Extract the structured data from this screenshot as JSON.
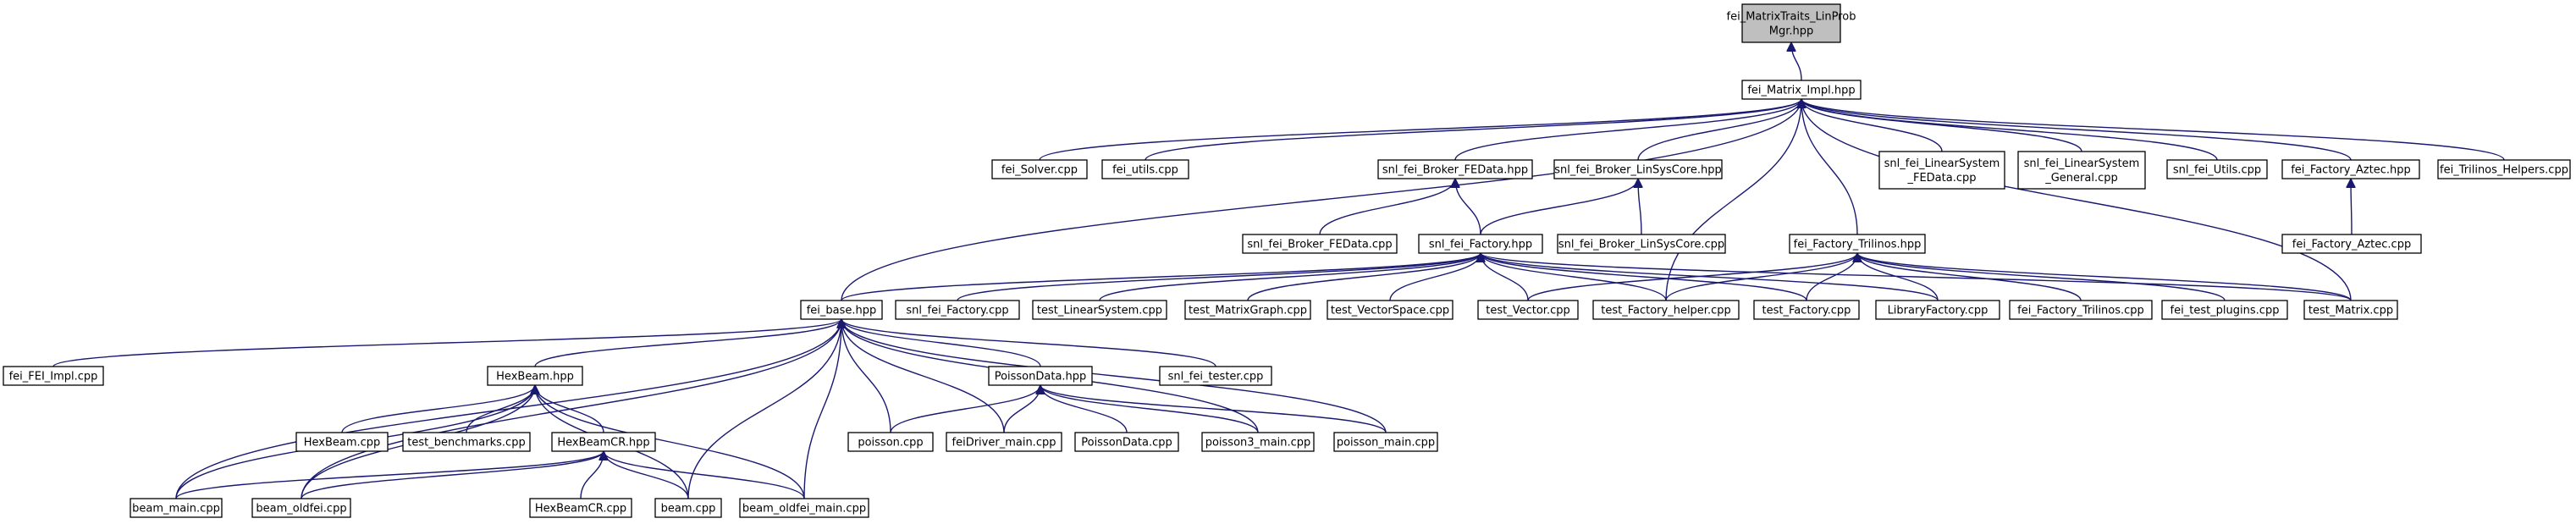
{
  "diagram": {
    "type": "include-dependency-graph",
    "colors": {
      "edge": "#191970",
      "node_fill": "#ffffff",
      "root_fill": "#bfbfbf",
      "node_border": "#000000"
    },
    "nodes": [
      {
        "id": "root",
        "lines": [
          "fei_MatrixTraits_LinProb",
          "Mgr.hpp"
        ],
        "root": true
      },
      {
        "id": "matrix_impl",
        "lines": [
          "fei_Matrix_Impl.hpp"
        ]
      },
      {
        "id": "solver",
        "lines": [
          "fei_Solver.cpp"
        ]
      },
      {
        "id": "utils",
        "lines": [
          "fei_utils.cpp"
        ]
      },
      {
        "id": "broker_fedata",
        "lines": [
          "snl_fei_Broker_FEData.hpp"
        ]
      },
      {
        "id": "broker_linsys",
        "lines": [
          "snl_fei_Broker_LinSysCore.hpp"
        ]
      },
      {
        "id": "ls_fedata",
        "lines": [
          "snl_fei_LinearSystem",
          "_FEData.cpp"
        ]
      },
      {
        "id": "ls_general",
        "lines": [
          "snl_fei_LinearSystem",
          "_General.cpp"
        ]
      },
      {
        "id": "snl_utils",
        "lines": [
          "snl_fei_Utils.cpp"
        ]
      },
      {
        "id": "factory_aztec",
        "lines": [
          "fei_Factory_Aztec.hpp"
        ]
      },
      {
        "id": "trilinos_helpers",
        "lines": [
          "fei_Trilinos_Helpers.cpp"
        ]
      },
      {
        "id": "broker_fedata_cpp",
        "lines": [
          "snl_fei_Broker_FEData.cpp"
        ]
      },
      {
        "id": "snl_factory",
        "lines": [
          "snl_fei_Factory.hpp"
        ]
      },
      {
        "id": "broker_linsys_cpp",
        "lines": [
          "snl_fei_Broker_LinSysCore.cpp"
        ]
      },
      {
        "id": "factory_trilinos",
        "lines": [
          "fei_Factory_Trilinos.hpp"
        ]
      },
      {
        "id": "factory_aztec_cpp",
        "lines": [
          "fei_Factory_Aztec.cpp"
        ]
      },
      {
        "id": "fei_base",
        "lines": [
          "fei_base.hpp"
        ]
      },
      {
        "id": "snl_factory_cpp",
        "lines": [
          "snl_fei_Factory.cpp"
        ]
      },
      {
        "id": "test_linsys",
        "lines": [
          "test_LinearSystem.cpp"
        ]
      },
      {
        "id": "test_matgraph",
        "lines": [
          "test_MatrixGraph.cpp"
        ]
      },
      {
        "id": "test_vecspace",
        "lines": [
          "test_VectorSpace.cpp"
        ]
      },
      {
        "id": "test_vector",
        "lines": [
          "test_Vector.cpp"
        ]
      },
      {
        "id": "test_factory_helper",
        "lines": [
          "test_Factory_helper.cpp"
        ]
      },
      {
        "id": "test_factory",
        "lines": [
          "test_Factory.cpp"
        ]
      },
      {
        "id": "library_factory",
        "lines": [
          "LibraryFactory.cpp"
        ]
      },
      {
        "id": "factory_trilinos_cpp",
        "lines": [
          "fei_Factory_Trilinos.cpp"
        ]
      },
      {
        "id": "test_plugins",
        "lines": [
          "fei_test_plugins.cpp"
        ]
      },
      {
        "id": "test_matrix",
        "lines": [
          "test_Matrix.cpp"
        ]
      },
      {
        "id": "fei_impl",
        "lines": [
          "fei_FEI_Impl.cpp"
        ]
      },
      {
        "id": "hexbeam_hpp",
        "lines": [
          "HexBeam.hpp"
        ]
      },
      {
        "id": "poisson_hpp",
        "lines": [
          "PoissonData.hpp"
        ]
      },
      {
        "id": "snl_tester",
        "lines": [
          "snl_fei_tester.cpp"
        ]
      },
      {
        "id": "hexbeam_cpp",
        "lines": [
          "HexBeam.cpp"
        ]
      },
      {
        "id": "test_bench",
        "lines": [
          "test_benchmarks.cpp"
        ]
      },
      {
        "id": "hexbeamcr_hpp",
        "lines": [
          "HexBeamCR.hpp"
        ]
      },
      {
        "id": "poisson_cpp",
        "lines": [
          "poisson.cpp"
        ]
      },
      {
        "id": "feidriver",
        "lines": [
          "feiDriver_main.cpp"
        ]
      },
      {
        "id": "poissondata_cpp",
        "lines": [
          "PoissonData.cpp"
        ]
      },
      {
        "id": "poisson3_main",
        "lines": [
          "poisson3_main.cpp"
        ]
      },
      {
        "id": "poisson_main",
        "lines": [
          "poisson_main.cpp"
        ]
      },
      {
        "id": "beam_main",
        "lines": [
          "beam_main.cpp"
        ]
      },
      {
        "id": "beam_oldfei",
        "lines": [
          "beam_oldfei.cpp"
        ]
      },
      {
        "id": "hexbeamcr_cpp",
        "lines": [
          "HexBeamCR.cpp"
        ]
      },
      {
        "id": "beam_cpp",
        "lines": [
          "beam.cpp"
        ]
      },
      {
        "id": "beam_oldfei_main",
        "lines": [
          "beam_oldfei_main.cpp"
        ]
      }
    ],
    "edges": [
      [
        "matrix_impl",
        "root"
      ],
      [
        "solver",
        "matrix_impl"
      ],
      [
        "utils",
        "matrix_impl"
      ],
      [
        "broker_fedata",
        "matrix_impl"
      ],
      [
        "broker_linsys",
        "matrix_impl"
      ],
      [
        "ls_fedata",
        "matrix_impl"
      ],
      [
        "ls_general",
        "matrix_impl"
      ],
      [
        "snl_utils",
        "matrix_impl"
      ],
      [
        "factory_aztec",
        "matrix_impl"
      ],
      [
        "trilinos_helpers",
        "matrix_impl"
      ],
      [
        "fei_base",
        "matrix_impl"
      ],
      [
        "factory_trilinos",
        "matrix_impl"
      ],
      [
        "test_factory_helper",
        "matrix_impl"
      ],
      [
        "test_matrix",
        "matrix_impl"
      ],
      [
        "broker_fedata_cpp",
        "broker_fedata"
      ],
      [
        "snl_factory",
        "broker_fedata"
      ],
      [
        "snl_factory",
        "broker_linsys"
      ],
      [
        "broker_linsys_cpp",
        "broker_linsys"
      ],
      [
        "factory_aztec_cpp",
        "factory_aztec"
      ],
      [
        "fei_base",
        "snl_factory"
      ],
      [
        "snl_factory_cpp",
        "snl_factory"
      ],
      [
        "test_linsys",
        "snl_factory"
      ],
      [
        "test_matgraph",
        "snl_factory"
      ],
      [
        "test_vecspace",
        "snl_factory"
      ],
      [
        "test_vector",
        "snl_factory"
      ],
      [
        "test_factory_helper",
        "snl_factory"
      ],
      [
        "test_factory",
        "snl_factory"
      ],
      [
        "library_factory",
        "snl_factory"
      ],
      [
        "test_matrix",
        "snl_factory"
      ],
      [
        "test_vector",
        "factory_trilinos"
      ],
      [
        "test_factory_helper",
        "factory_trilinos"
      ],
      [
        "test_factory",
        "factory_trilinos"
      ],
      [
        "library_factory",
        "factory_trilinos"
      ],
      [
        "factory_trilinos_cpp",
        "factory_trilinos"
      ],
      [
        "test_plugins",
        "factory_trilinos"
      ],
      [
        "test_matrix",
        "factory_trilinos"
      ],
      [
        "fei_impl",
        "fei_base"
      ],
      [
        "hexbeam_hpp",
        "fei_base"
      ],
      [
        "poisson_hpp",
        "fei_base"
      ],
      [
        "snl_tester",
        "fei_base"
      ],
      [
        "poisson_cpp",
        "fei_base"
      ],
      [
        "feidriver",
        "fei_base"
      ],
      [
        "poisson3_main",
        "fei_base"
      ],
      [
        "poisson_main",
        "fei_base"
      ],
      [
        "beam_main",
        "fei_base"
      ],
      [
        "beam_oldfei",
        "fei_base"
      ],
      [
        "beam_cpp",
        "fei_base"
      ],
      [
        "beam_oldfei_main",
        "fei_base"
      ],
      [
        "hexbeam_cpp",
        "hexbeam_hpp"
      ],
      [
        "test_bench",
        "hexbeam_hpp"
      ],
      [
        "hexbeamcr_hpp",
        "hexbeam_hpp"
      ],
      [
        "beam_main",
        "hexbeam_hpp"
      ],
      [
        "beam_oldfei",
        "hexbeam_hpp"
      ],
      [
        "beam_cpp",
        "hexbeam_hpp"
      ],
      [
        "beam_oldfei_main",
        "hexbeam_hpp"
      ],
      [
        "poisson_cpp",
        "poisson_hpp"
      ],
      [
        "feidriver",
        "poisson_hpp"
      ],
      [
        "poissondata_cpp",
        "poisson_hpp"
      ],
      [
        "poisson3_main",
        "poisson_hpp"
      ],
      [
        "poisson_main",
        "poisson_hpp"
      ],
      [
        "beam_main",
        "hexbeamcr_hpp"
      ],
      [
        "beam_oldfei",
        "hexbeamcr_hpp"
      ],
      [
        "hexbeamcr_cpp",
        "hexbeamcr_hpp"
      ],
      [
        "beam_cpp",
        "hexbeamcr_hpp"
      ],
      [
        "beam_oldfei_main",
        "hexbeamcr_hpp"
      ]
    ]
  }
}
